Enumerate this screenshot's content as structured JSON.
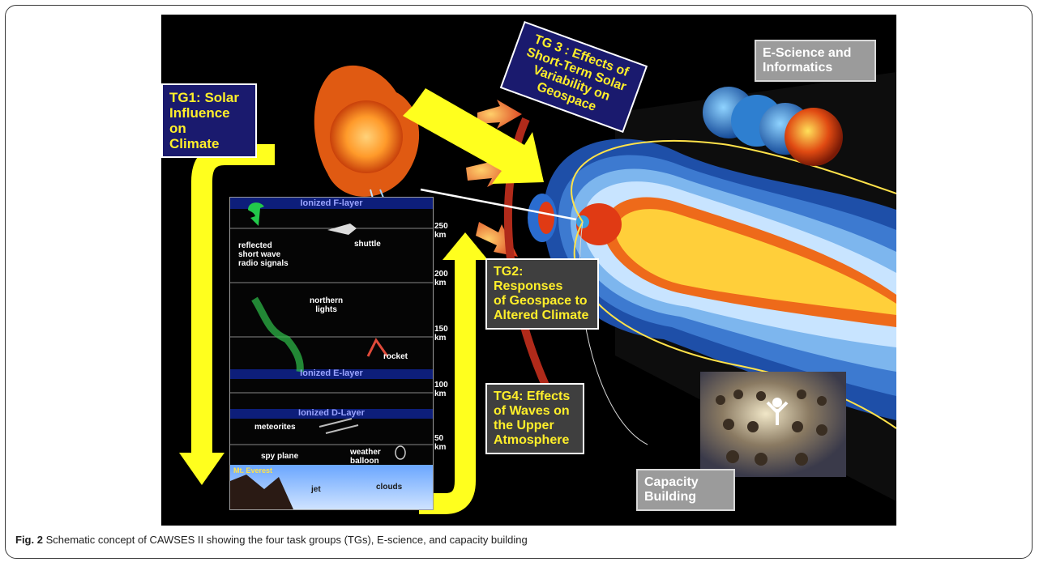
{
  "boxes": {
    "tg1": [
      "TG1: Solar",
      "Influence on",
      "Climate"
    ],
    "tg3": [
      "TG 3 : Effects of",
      "Short-Term Solar",
      "Variability on",
      "Geospace"
    ],
    "escience": [
      "E-Science and",
      "Informatics"
    ],
    "tg2": [
      "TG2: Responses",
      "of Geospace to",
      "Altered Climate"
    ],
    "tg4": [
      "TG4: Effects",
      "of Waves on",
      "the Upper",
      "Atmosphere"
    ],
    "capacity": [
      "Capacity",
      "Building"
    ]
  },
  "panel": {
    "f_layer": "Ionized F-layer",
    "e_layer": "Ionized E-layer",
    "d_layer": "Ionized D-Layer",
    "reflected": [
      "reflected",
      "short wave",
      "radio signals"
    ],
    "shuttle": "shuttle",
    "northern_lights": [
      "northern",
      "lights"
    ],
    "rocket": "rocket",
    "meteorites": "meteorites",
    "spy_plane": "spy plane",
    "weather_balloon": [
      "weather",
      "balloon"
    ],
    "mt_everest": "Mt. Everest",
    "jet": "jet",
    "clouds": "clouds"
  },
  "altitudes": [
    {
      "value": "250",
      "unit": "km"
    },
    {
      "value": "200",
      "unit": "km"
    },
    {
      "value": "150",
      "unit": "km"
    },
    {
      "value": "100",
      "unit": "km"
    },
    {
      "value": "50",
      "unit": "km"
    }
  ],
  "caption": {
    "label": "Fig. 2",
    "text": " Schematic concept of CAWSES II showing the four task groups (TGs), E-science, and capacity building"
  },
  "colors": {
    "tg_text": "#ffef2a",
    "tg_blue_bg": "#1a1a6e",
    "tg_dark_bg": "#3f3f3f",
    "arrow_yellow": "#ffff1e"
  }
}
